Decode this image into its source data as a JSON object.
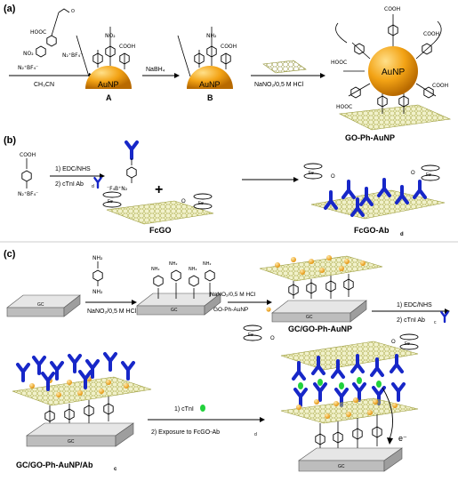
{
  "panels": {
    "a": {
      "label": "(a)",
      "arrow1_below": "CH₃CN",
      "arrow2_above": "NaBH₄",
      "arrow3_below": "NaNO₂/0,5 M HCl",
      "particle_label": "AuNP",
      "compound_A": "A",
      "compound_B": "B",
      "product": "GO-Ph-AuNP",
      "groups": {
        "cooh": "COOH",
        "hooc": "HOOC",
        "no2": "NO₂",
        "nh2": "NH₂",
        "diazonium": "N₂⁺BF₄⁻",
        "o": "O"
      }
    },
    "b": {
      "label": "(b)",
      "reagent_top": "COOH",
      "reagent_bottom": "N₂⁺BF₄⁻",
      "step1": "1) EDC/NHS",
      "step2": "2) cTnI Ab",
      "step2_sub": "d",
      "diazonium_label": "⁻F₄B⁺N₂",
      "plus": "+",
      "fcgo": "FcGO",
      "fe": "Fe",
      "o": "O",
      "product": "FcGO-Ab",
      "product_sub": "d"
    },
    "c": {
      "label": "(c)",
      "amine_top": "NH₂",
      "amine_bottom": "NH₂",
      "electrode": "GC",
      "arrow1_below": "NaNO₂/0,5 M HCl",
      "arrow2_above": "NaNO₂/0,5 M HCl",
      "arrow2_below": "GO-Ph-AuNP",
      "gc_go": "GC/GO-Ph-AuNP",
      "step1": "1) EDC/NHS",
      "step2": "2)  cTnI Ab",
      "step2_sub": "c",
      "gc_ab": "GC/GO-Ph-AuNP/Ab",
      "gc_ab_sub": "c",
      "arrow4_step1": "1) cTnI",
      "arrow4_step2": "2)  Exposure to FcGO-Ab",
      "arrow4_step2_sub": "d",
      "electron": "e⁻",
      "fe": "Fe",
      "o": "O"
    }
  },
  "colors": {
    "antibody": "#1727c8",
    "gold": "#f2a20f",
    "graphene": "#d8d86a",
    "antigen": "#22d13c",
    "electrode": "#c8c8c8",
    "electrode_label": "#cc2222"
  }
}
